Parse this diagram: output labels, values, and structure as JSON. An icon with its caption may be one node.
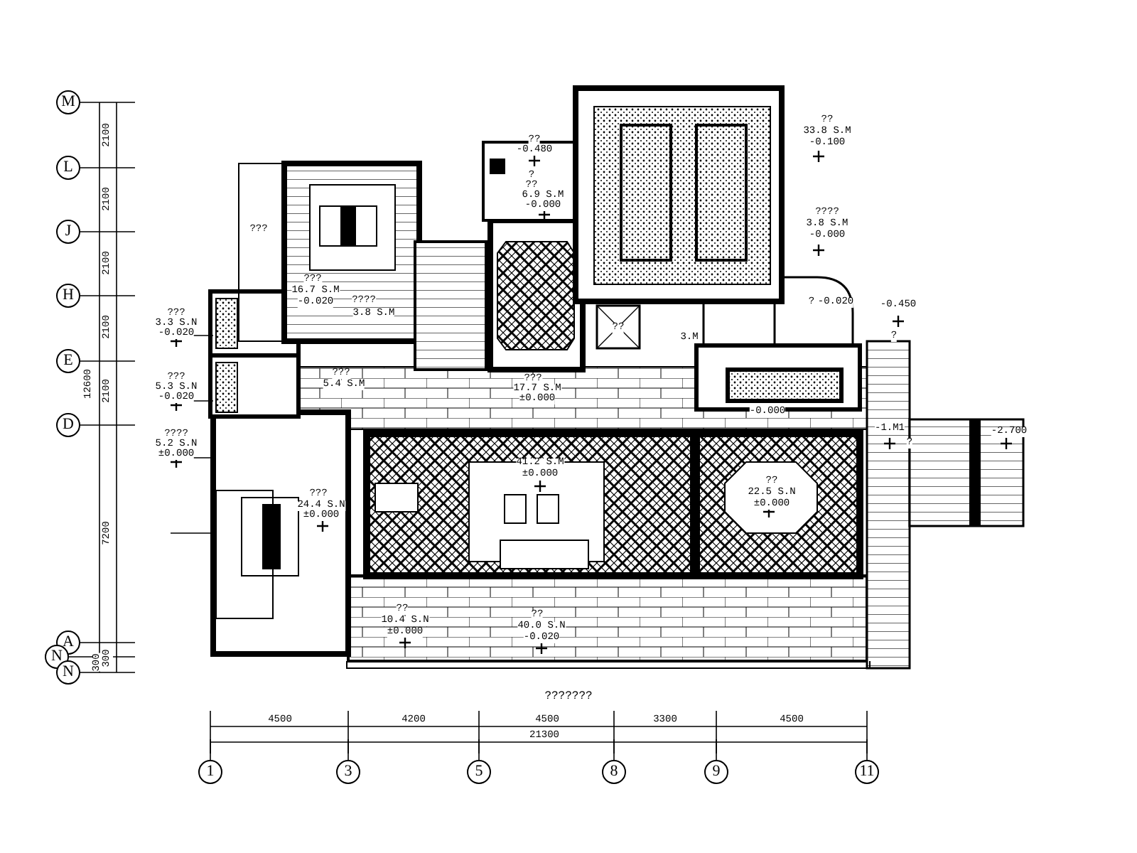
{
  "diagram": {
    "labels": [
      "M",
      "2100",
      "??",
      "-0.480",
      "??",
      "33.8 S.M",
      "-0.100",
      "L",
      "2100",
      "?",
      "??",
      "6.9 S.M",
      "-0.000",
      "????",
      "3.8 S.M",
      "-0.000",
      "???",
      "J",
      "2100",
      "???",
      "16.7 S.M",
      "H",
      "-0.020",
      "????",
      "3.8 S.M",
      "?",
      "-0.020",
      "-0.450",
      "???",
      "3.3 S.N",
      "-0.020",
      "2100",
      "?",
      "??",
      "3.M",
      "E",
      "???",
      "5.3 S.N",
      "-0.020",
      "12600",
      "2100",
      "???",
      "5.4 S.M",
      "???",
      "17.7 S.M",
      "±0.000",
      "-0.000",
      "D",
      "????",
      "5.2 S.N",
      "±0.000",
      "-1.M1",
      "?",
      "-2.700",
      "41.2 S.M",
      "±0.000",
      "??",
      "22.5 S.N",
      "±0.000",
      "???",
      "24.4 S.N",
      "±0.000",
      "7200",
      "??",
      "10.4 S.N",
      "±0.000",
      "??",
      "40.0 S.N",
      "-0.020",
      "A",
      "300",
      "300",
      "N",
      "N",
      "???????",
      "4500",
      "4200",
      "4500",
      "3300",
      "4500",
      "21300",
      "1",
      "3",
      "5",
      "8",
      "9",
      "11"
    ]
  }
}
